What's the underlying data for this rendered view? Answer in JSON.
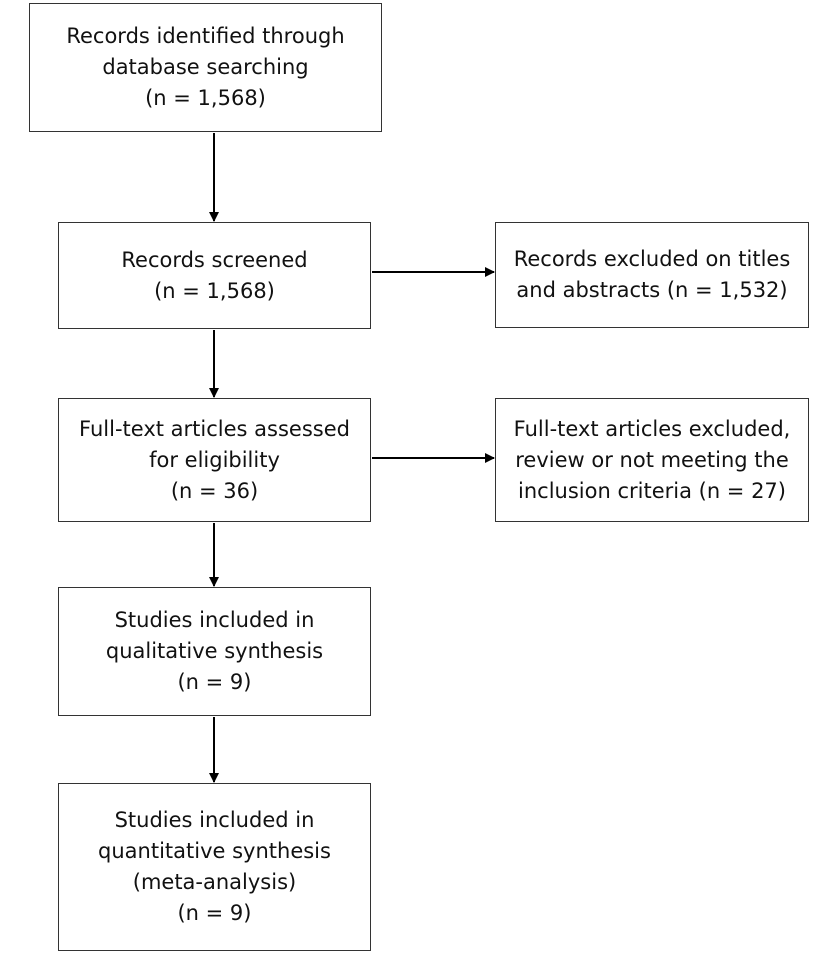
{
  "boxes": {
    "identified": {
      "line1": "Records identified through",
      "line2": "database searching",
      "line3": "(n = 1,568)"
    },
    "screened": {
      "line1": "Records screened",
      "line2": "(n = 1,568)"
    },
    "fulltext": {
      "line1": "Full-text articles assessed",
      "line2": "for eligibility",
      "line3": "(n = 36)"
    },
    "qualitative": {
      "line1": "Studies included in",
      "line2": "qualitative synthesis",
      "line3": "(n = 9)"
    },
    "quantitative": {
      "line1": "Studies included in",
      "line2": "quantitative synthesis",
      "line3": "(meta-analysis)",
      "line4": "(n = 9)"
    },
    "excluded_titles": {
      "line1": "Records excluded on titles",
      "line2": "and abstracts (n = 1,532)"
    },
    "excluded_fulltext": {
      "line1": "Full-text articles excluded,",
      "line2": "review or not meeting the",
      "line3": "inclusion criteria (n = 27)"
    }
  },
  "colors": {
    "stroke": "#333333",
    "text": "#111111",
    "background": "#ffffff"
  }
}
